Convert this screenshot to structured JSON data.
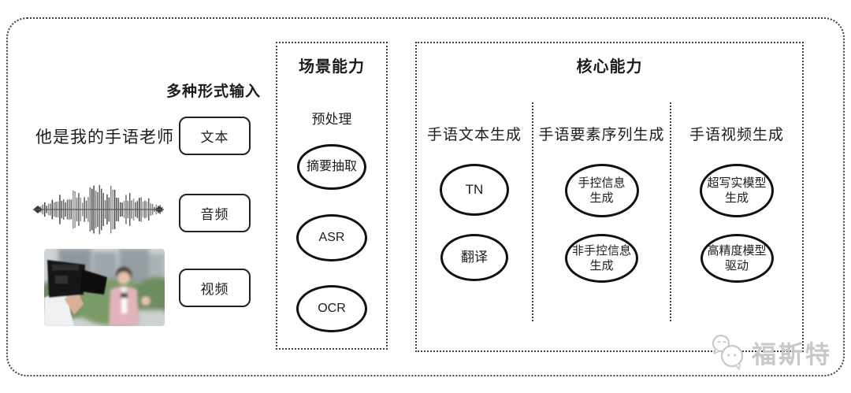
{
  "inputs": {
    "header": "多种形式输入",
    "text_sample": "他是我的手语老师",
    "types": [
      {
        "label": "文本"
      },
      {
        "label": "音频"
      },
      {
        "label": "视频"
      }
    ]
  },
  "scene_panel": {
    "title": "场景能力",
    "subtitle": "预处理",
    "capabilities": [
      "摘要抽取",
      "ASR",
      "OCR"
    ]
  },
  "core_panel": {
    "title": "核心能力",
    "columns": [
      {
        "header": "手语文本生成",
        "capabilities": [
          "TN",
          "翻译"
        ]
      },
      {
        "header": "手语要素序列生成",
        "capabilities": [
          "手控信息\n生成",
          "非手控信息\n生成"
        ]
      },
      {
        "header": "手语视频生成",
        "capabilities": [
          "超写实模型\n生成",
          "高精度模型\n驱动"
        ]
      }
    ]
  },
  "watermark": {
    "text": "福斯特"
  },
  "colors": {
    "line": "#3f3f3f",
    "watermark": "#c8c8c8",
    "ellipse_stroke": "#111111"
  }
}
